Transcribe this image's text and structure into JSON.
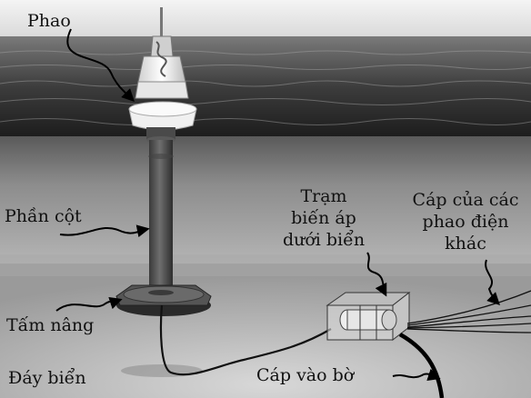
{
  "labels": {
    "buoy": "Phao",
    "column": "Phần cột",
    "lifting_plate": "Tấm nâng",
    "seabed": "Đáy biển",
    "substation": [
      "Trạm",
      "biến áp",
      "dưới biển"
    ],
    "other_cables": [
      "Cáp của các",
      "phao điện",
      "khác"
    ],
    "shore_cable": "Cáp vào bờ"
  }
}
